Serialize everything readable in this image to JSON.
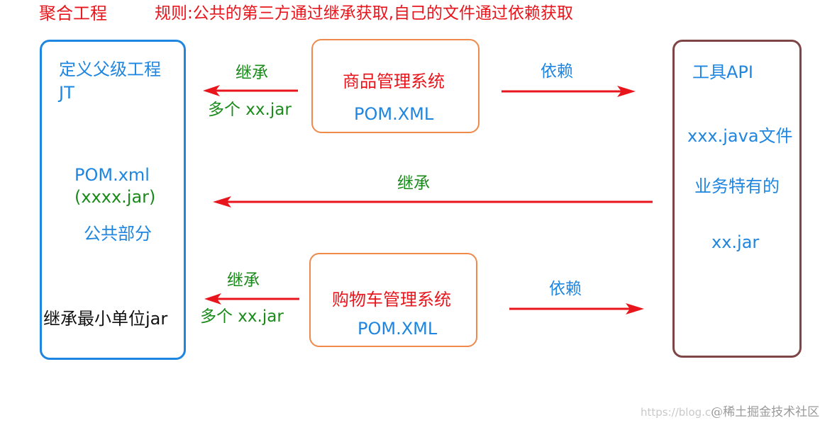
{
  "header": {
    "title": "聚合工程",
    "rule": "规则:公共的第三方通过继承获取,自己的文件通过依赖获取"
  },
  "parent_box": {
    "title_line1": "定义父级工程",
    "title_line2": "JT",
    "pom": "POM.xml",
    "jar": "(xxxx.jar)",
    "common": "公共部分",
    "note": "继承最小单位jar"
  },
  "product_box": {
    "name": "商品管理系统",
    "pom": "POM.XML"
  },
  "cart_box": {
    "name": "购物车管理系统",
    "pom": "POM.XML"
  },
  "tool_box": {
    "title": "工具API",
    "java_files": "xxx.java文件",
    "specific": "业务特有的",
    "jar": "xx.jar"
  },
  "arrows": {
    "product_inherit_label": "继承",
    "product_inherit_sub": "多个 xx.jar",
    "product_depend_label": "依赖",
    "tool_inherit_label": "继承",
    "cart_inherit_label": "继承",
    "cart_inherit_sub": "多个 xx.jar",
    "cart_depend_label": "依赖"
  },
  "colors": {
    "arrow": "#e8161c",
    "parent_border": "#1e86e0",
    "module_border": "#f08a4b",
    "tool_border": "#7d4545"
  },
  "watermark": {
    "url": "https://blog.c",
    "text": "@稀土掘金技术社区"
  }
}
